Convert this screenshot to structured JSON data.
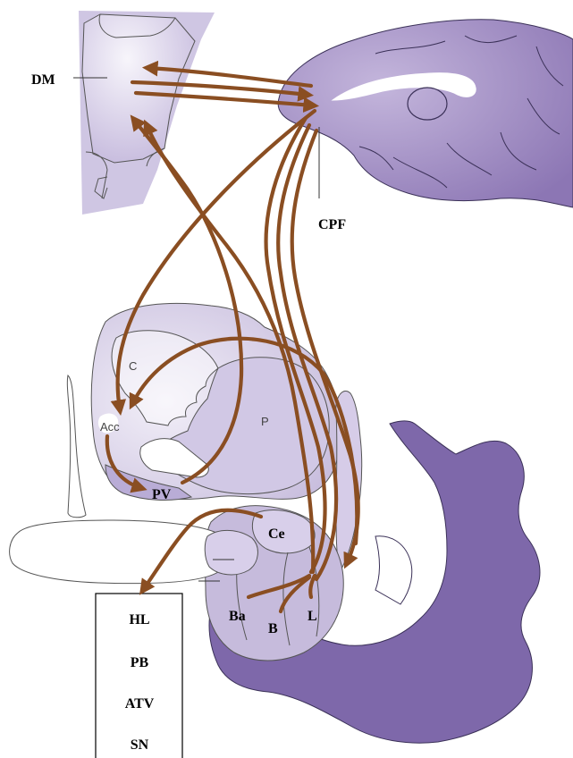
{
  "labels": {
    "dm": "DM",
    "cpf": "CPF",
    "c": "C",
    "acc": "Acc",
    "p": "P",
    "pv": "PV",
    "ce": "Ce",
    "ba": "Ba",
    "b": "B",
    "l": "L"
  },
  "targets": [
    "HL",
    "PB",
    "ATV",
    "SN"
  ],
  "colors": {
    "tract": "#8a4e22",
    "tissue_light": "#ddd6ea",
    "tissue_mid": "#b6a7d0",
    "tissue_dark": "#7e68aa"
  }
}
